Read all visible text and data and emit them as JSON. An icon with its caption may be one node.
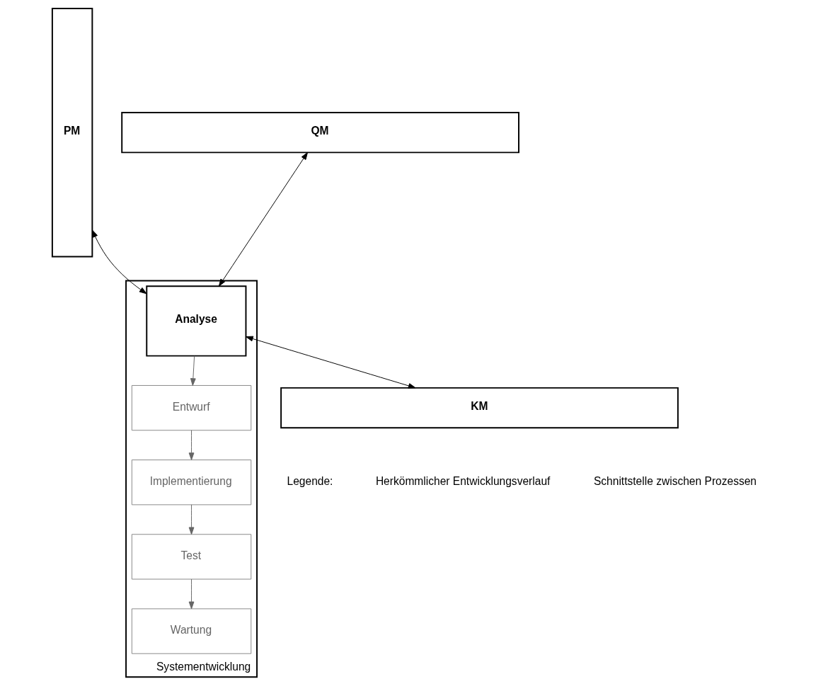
{
  "diagram": {
    "nodes": [
      {
        "text": [
          "PM"
        ]
      },
      {
        "text": [
          "QM"
        ]
      },
      {
        "text": [
          "Systementwicklung"
        ]
      },
      {
        "text": [
          "Entwurf"
        ],
        "in": 2
      },
      {
        "text": [
          "Wartung"
        ],
        "in": 2
      },
      {
        "text": [
          "Analyse"
        ],
        "in": 2
      },
      {
        "text": [
          "Implementierung"
        ],
        "in": 2
      },
      {
        "text": [
          "Test"
        ],
        "in": 2
      },
      {
        "text": [
          "KM"
        ]
      }
    ],
    "edges": [
      {
        "from": 5,
        "to": 3,
        "arrow": "to"
      },
      {
        "from": 3,
        "to": 6,
        "arrow": "to"
      },
      {
        "from": 6,
        "to": 7,
        "arrow": "to"
      },
      {
        "from": 7,
        "to": 4,
        "arrow": "to"
      },
      {
        "from": 1,
        "to": 5,
        "arrow": "both",
        "color": "#000000"
      },
      {
        "from": 0,
        "to": 5,
        "arrow": "both",
        "color": "#000000"
      },
      {
        "from": 5,
        "to": 8,
        "arrow": "both",
        "color": "#000000"
      }
    ],
    "labels": [
      "Legende:"
    ],
    "legend": [
      {
        "text": "Herkömmlicher Entwicklungsverlauf"
      },
      {
        "text": "Schnittstelle zwischen Prozessen"
      }
    ]
  }
}
